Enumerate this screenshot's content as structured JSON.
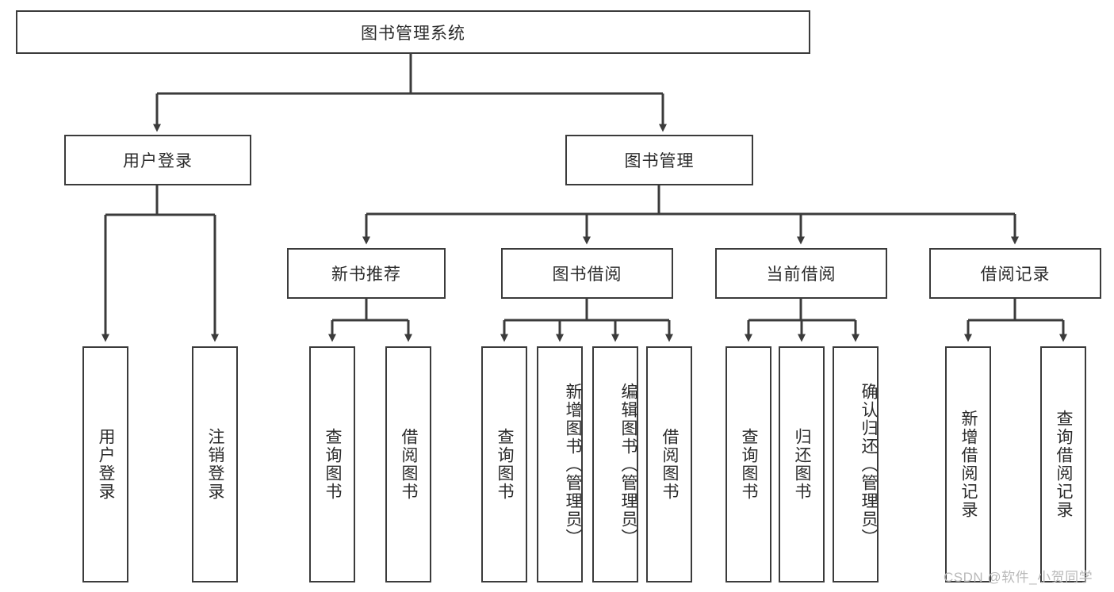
{
  "diagram": {
    "title_node": {
      "label": "图书管理系统"
    },
    "level2": [
      {
        "label": "用户登录"
      },
      {
        "label": "图书管理"
      }
    ],
    "level3": [
      {
        "label": "新书推荐"
      },
      {
        "label": "图书借阅"
      },
      {
        "label": "当前借阅"
      },
      {
        "label": "借阅记录"
      }
    ],
    "leaves": {
      "user_login": [
        {
          "label": "用户登录"
        },
        {
          "label": "注销登录"
        }
      ],
      "new_book_recommend": [
        {
          "label": "查询图书"
        },
        {
          "label": "借阅图书"
        }
      ],
      "book_borrow": [
        {
          "label": "查询图书"
        },
        {
          "label": "新增图书（管理员）"
        },
        {
          "label": "编辑图书（管理员）"
        },
        {
          "label": "借阅图书"
        }
      ],
      "current_borrow": [
        {
          "label": "查询图书"
        },
        {
          "label": "归还图书"
        },
        {
          "label": "确认归还（管理员）"
        }
      ],
      "borrow_record": [
        {
          "label": "新增借阅记录"
        },
        {
          "label": "查询借阅记录"
        }
      ]
    }
  },
  "watermark": {
    "text": "CSDN @软件_小贺同学"
  },
  "colors": {
    "stroke": "#3b3b3b",
    "box_fill": "#ffffff",
    "text": "#2b2b2b",
    "watermark": "#b9b9b9"
  }
}
